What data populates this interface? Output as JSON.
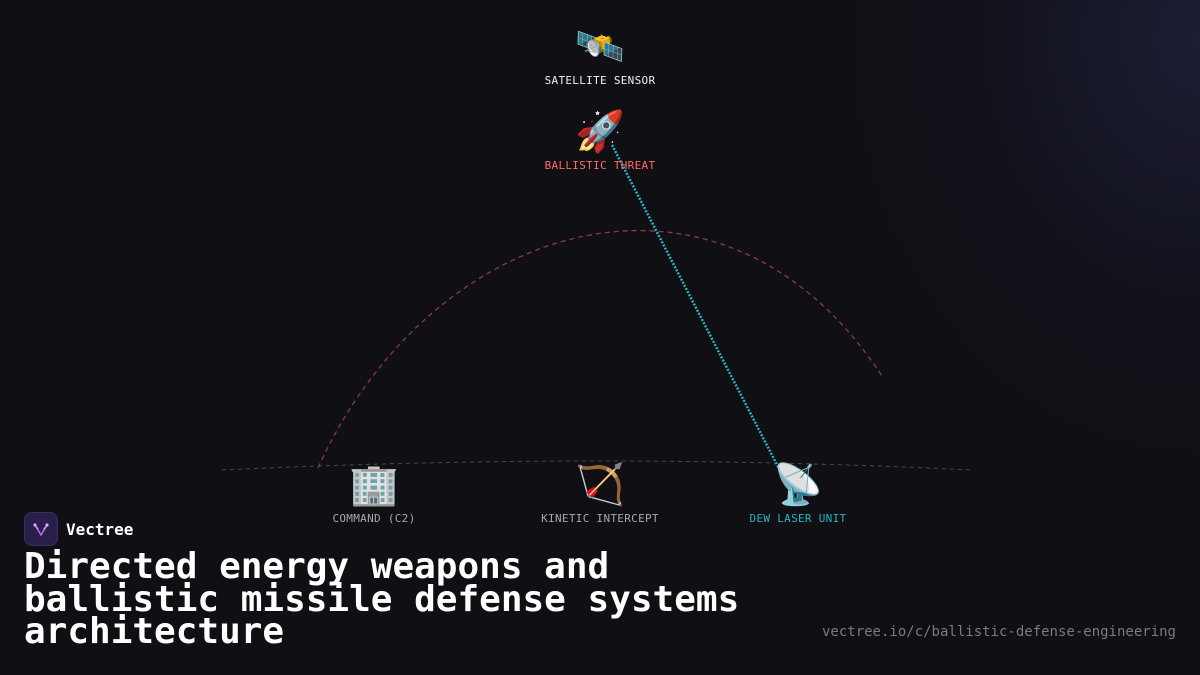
{
  "colors": {
    "background": "#0f0f14",
    "threat_red": "#ff6b6b",
    "laser_cyan": "#2bb3c0",
    "trajectory": "#8a3a4a",
    "horizon": "#4a4a55",
    "label_gray": "#a8a8b0",
    "label_white": "#f0f0f0",
    "brand_purple": "#b06cf0"
  },
  "nodes": {
    "satellite": {
      "icon": "🛰️",
      "icon_name": "satellite-icon",
      "label": "SATELLITE SENSOR"
    },
    "threat": {
      "icon": "🚀",
      "icon_name": "rocket-icon",
      "label": "BALLISTIC THREAT"
    },
    "command": {
      "icon": "🏢",
      "icon_name": "office-building-icon",
      "label": "COMMAND (C2)"
    },
    "kinetic": {
      "icon": "🏹",
      "icon_name": "bow-and-arrow-icon",
      "label": "KINETIC INTERCEPT"
    },
    "laser": {
      "icon": "📡",
      "icon_name": "satellite-dish-icon",
      "label": "DEW LASER UNIT"
    }
  },
  "brand": {
    "name": "Vectree",
    "logo_icon": "vectree-logo-icon"
  },
  "headline": "Directed energy weapons and ballistic missile defense systems architecture",
  "url": "vectree.io/c/ballistic-defense-engineering"
}
